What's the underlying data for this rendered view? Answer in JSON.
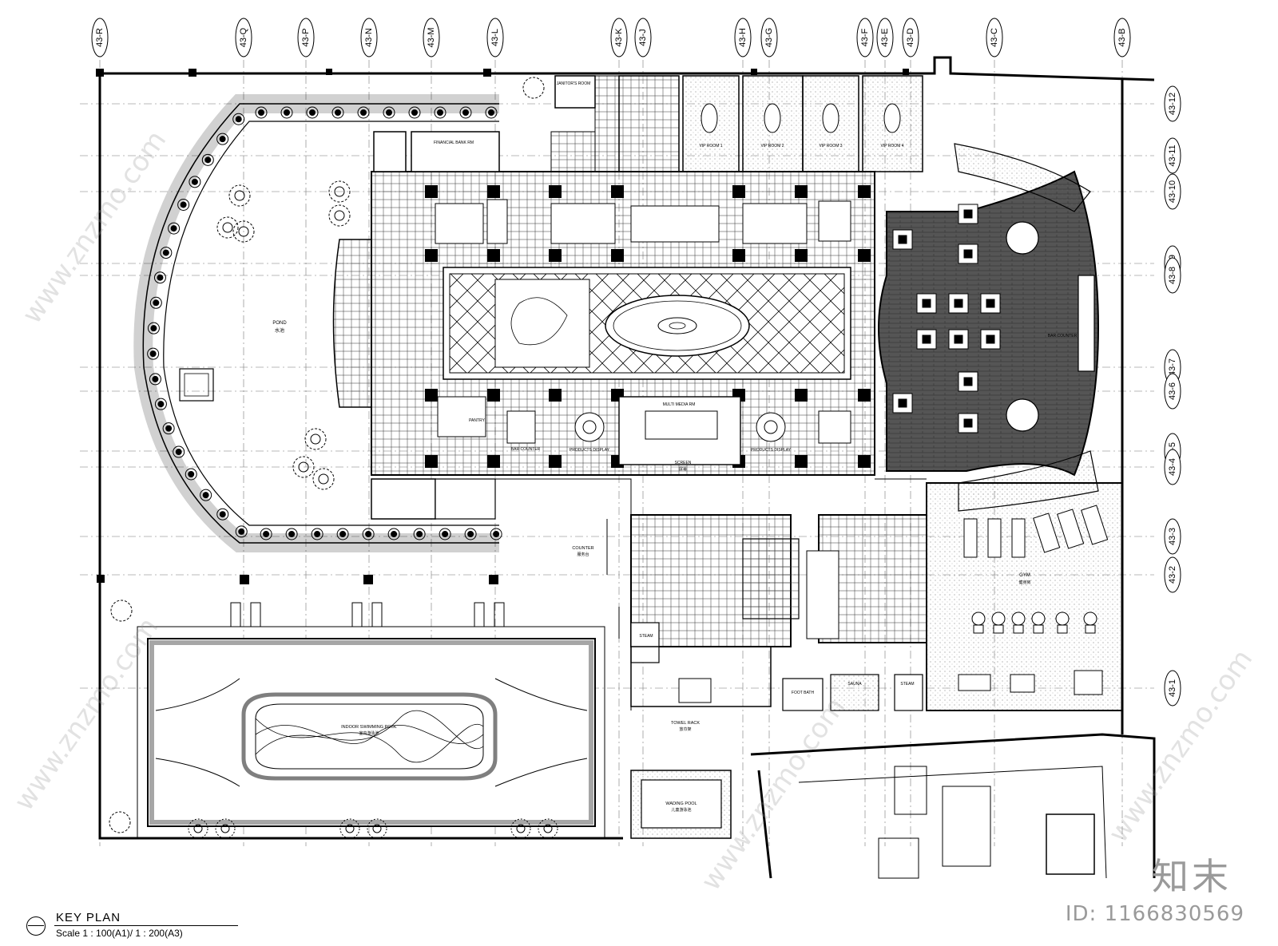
{
  "grid_top": [
    "43-R",
    "43-Q",
    "43-P",
    "43-N",
    "43-M",
    "43-L",
    "43-K",
    "43-J",
    "43-H",
    "43-G",
    "43-F",
    "43-E",
    "43-D",
    "43-C",
    "43-B"
  ],
  "grid_right": [
    "43-12",
    "43-11",
    "43-10",
    "43-9",
    "43-8",
    "43-7",
    "43-6",
    "43-5",
    "43-4",
    "43-3",
    "43-2",
    "43-1"
  ],
  "rooms": {
    "janitor": "JANITOR'S ROOM",
    "financial": "FINANCIAL BANK RM",
    "vip1": "VIP ROOM 1",
    "vip2": "VIP ROOM 2",
    "vip3": "VIP ROOM 3",
    "vip4": "VIP ROOM 4",
    "pond": "POND",
    "pond_cn": "水池",
    "multimedia": "MULTI MEDIA RM",
    "screen": "SCREEN",
    "screen_cn": "屏幕",
    "pantry": "PANTRY",
    "bar_counter_left": "BAR COUNTER",
    "products_display_left": "PRODUCTS DISPLAY",
    "products_display_right": "PRODUCTS DISPLAY",
    "bar_counter": "BAR COUNTER",
    "counter": "COUNTER",
    "counter_cn": "服务台",
    "gym": "GYM",
    "gym_cn": "健身房",
    "steam_left": "STEAM",
    "steam_right": "STEAM",
    "sauna": "SAUNA",
    "foot_bath": "FOOT BATH",
    "towel_rack": "TOWEL RACK",
    "towel_rack_cn": "放巾架",
    "indoor_pool": "INDOOR SWIMMING POOL",
    "indoor_pool_cn": "室内游泳池",
    "wading_pool": "WADING POOL",
    "wading_pool_cn": "儿童游泳池"
  },
  "key_plan": {
    "title": "KEY PLAN",
    "scale": "Scale 1 : 100(A1)/ 1 : 200(A3)"
  },
  "brand": "知末",
  "asset_id": "ID: 1166830569",
  "watermark": "www.znzmo.com"
}
